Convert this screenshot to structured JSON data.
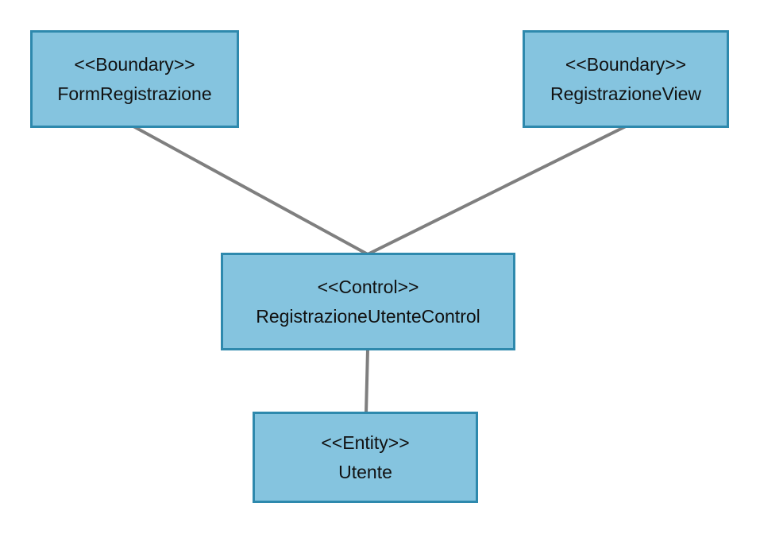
{
  "diagram": {
    "colors": {
      "node_fill": "#85c4df",
      "node_border": "#2e89ad",
      "connector": "#7f7f7f",
      "text": "#111111"
    },
    "nodes": {
      "form_registrazione": {
        "stereotype": "<<Boundary>>",
        "name": "FormRegistrazione"
      },
      "registrazione_view": {
        "stereotype": "<<Boundary>>",
        "name": "RegistrazioneView"
      },
      "registrazione_utente_control": {
        "stereotype": "<<Control>>",
        "name": "RegistrazioneUtenteControl"
      },
      "utente": {
        "stereotype": "<<Entity>>",
        "name": "Utente"
      }
    },
    "edges": [
      {
        "from": "form_registrazione",
        "to": "registrazione_utente_control"
      },
      {
        "from": "registrazione_view",
        "to": "registrazione_utente_control"
      },
      {
        "from": "registrazione_utente_control",
        "to": "utente"
      }
    ]
  }
}
